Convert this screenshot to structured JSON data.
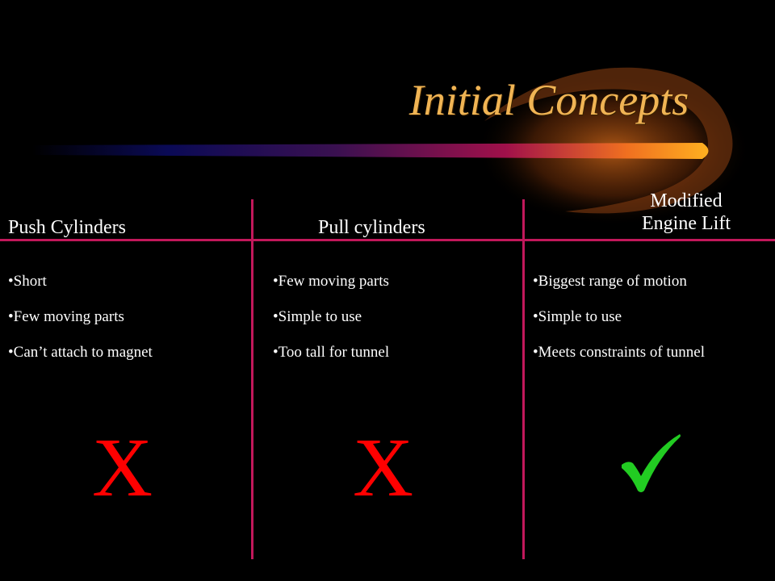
{
  "slide": {
    "title": "Initial Concepts",
    "columns": [
      {
        "heading": "Push Cylinders",
        "bullets": [
          "Short",
          "Few moving parts",
          "Can’t attach to magnet"
        ],
        "verdict": "X"
      },
      {
        "heading": "Pull cylinders",
        "bullets": [
          "Few moving parts",
          "Simple to use",
          "Too tall for tunnel"
        ],
        "verdict": "X"
      },
      {
        "heading_line1": "Modified",
        "heading_line2": "Engine Lift",
        "bullets": [
          "Biggest range of motion",
          "Simple to use",
          "Meets constraints of tunnel"
        ],
        "verdict_icon": "checkmark-icon"
      }
    ]
  },
  "colors": {
    "background": "#000000",
    "title": "#f0b454",
    "divider": "#c2185b",
    "reject": "#ff0000",
    "accept": "#22cc22",
    "text": "#ffffff"
  }
}
